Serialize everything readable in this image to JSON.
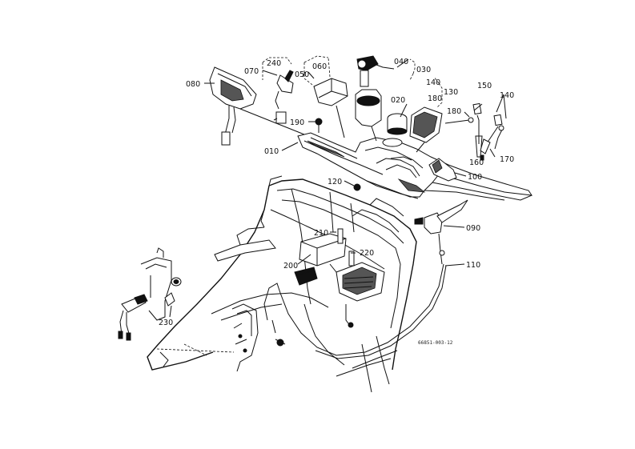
{
  "diagram": {
    "ref_code": "66851-003-12",
    "callouts": [
      {
        "id": "c010",
        "text": "010"
      },
      {
        "id": "c020",
        "text": "020"
      },
      {
        "id": "c030",
        "text": "030"
      },
      {
        "id": "c040",
        "text": "040"
      },
      {
        "id": "c050",
        "text": "050"
      },
      {
        "id": "c060",
        "text": "060"
      },
      {
        "id": "c070",
        "text": "070"
      },
      {
        "id": "c080",
        "text": "080"
      },
      {
        "id": "c090",
        "text": "090"
      },
      {
        "id": "c100",
        "text": "100"
      },
      {
        "id": "c110",
        "text": "110"
      },
      {
        "id": "c120",
        "text": "120"
      },
      {
        "id": "c130",
        "text": "130"
      },
      {
        "id": "c140a",
        "text": "140"
      },
      {
        "id": "c140b",
        "text": "140"
      },
      {
        "id": "c150",
        "text": "150"
      },
      {
        "id": "c160",
        "text": "160"
      },
      {
        "id": "c170",
        "text": "170"
      },
      {
        "id": "c180a",
        "text": "180"
      },
      {
        "id": "c180b",
        "text": "180"
      },
      {
        "id": "c190",
        "text": "190"
      },
      {
        "id": "c200",
        "text": "200"
      },
      {
        "id": "c210",
        "text": "210"
      },
      {
        "id": "c220",
        "text": "220"
      },
      {
        "id": "c230",
        "text": "230"
      },
      {
        "id": "c240",
        "text": "240"
      }
    ]
  }
}
